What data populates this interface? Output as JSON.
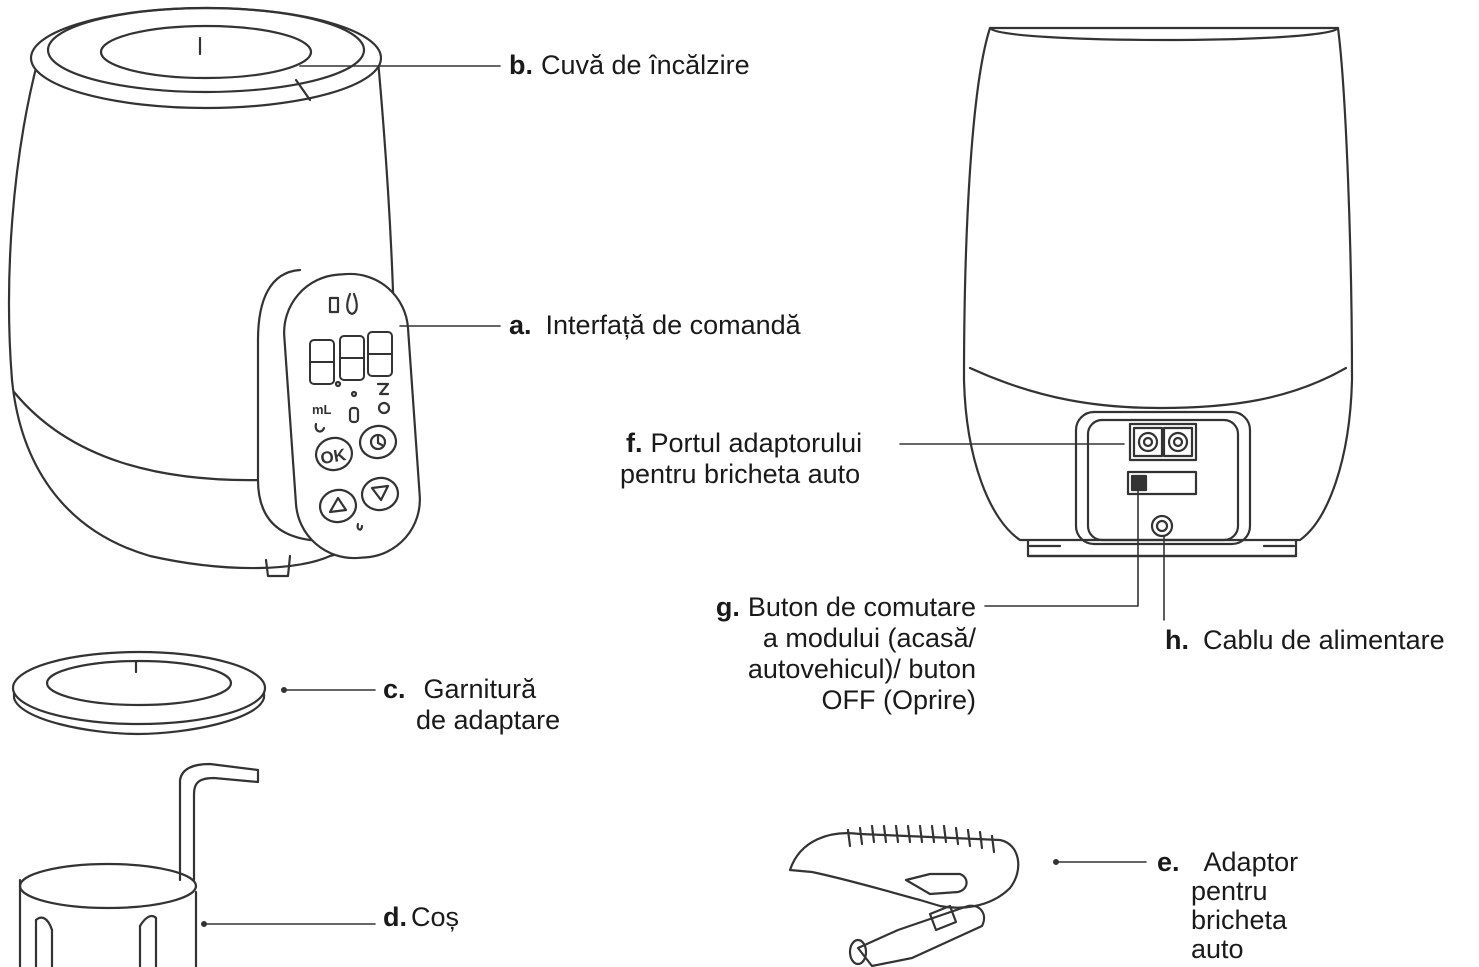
{
  "labels": {
    "b": {
      "key": "b.",
      "text": "Cuvă de încălzire"
    },
    "a": {
      "key": "a.",
      "text": "Interfață de comandă"
    },
    "c": {
      "key": "c.",
      "line1": "Garnitură",
      "line2": "de adaptare"
    },
    "d": {
      "key": "d.",
      "text": "Coș"
    },
    "f": {
      "key": "f.",
      "line1": "Portul adaptorului",
      "line2": "pentru bricheta auto"
    },
    "g": {
      "key": "g.",
      "line1": "Buton de comutare",
      "line2": "a modului (acasă/",
      "line3": "autovehicul)/ buton",
      "line4": "OFF (Oprire)"
    },
    "h": {
      "key": "h.",
      "text": "Cablu de alimentare"
    },
    "e": {
      "key": "e.",
      "line1": "Adaptor",
      "line2": "pentru",
      "line3": "bricheta",
      "line4": "auto"
    }
  },
  "panel": {
    "display_digits": "888",
    "unit_label": "mL",
    "ok_label": "OK"
  },
  "colors": {
    "stroke": "#333333",
    "fill": "#ffffff",
    "text": "#1a1a1a"
  }
}
